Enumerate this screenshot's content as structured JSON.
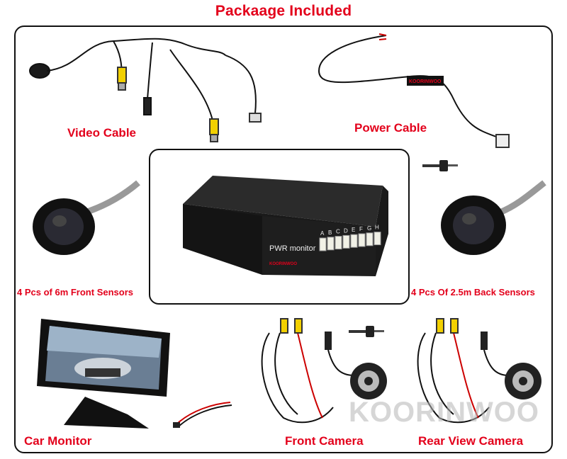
{
  "title": "Packaage Included",
  "items": {
    "video_cable": "Video Cable",
    "power_cable": "Power Cable",
    "front_sensors": "4 Pcs of 6m Front Sensors",
    "back_sensors": "4 Pcs Of 2.5m Back Sensors",
    "car_monitor": "Car Monitor",
    "front_camera": "Front Camera",
    "rear_camera": "Rear View Camera"
  },
  "control_box": {
    "panel_label": "PWR monitor",
    "ports": [
      "A",
      "B",
      "C",
      "D",
      "E",
      "F",
      "G",
      "H"
    ],
    "brand": "KOORINWOO"
  },
  "power_cable_tag": "KOORINWOO",
  "watermark": "KOORINWOO",
  "colors": {
    "accent": "#e3001b",
    "frame": "#111111"
  }
}
